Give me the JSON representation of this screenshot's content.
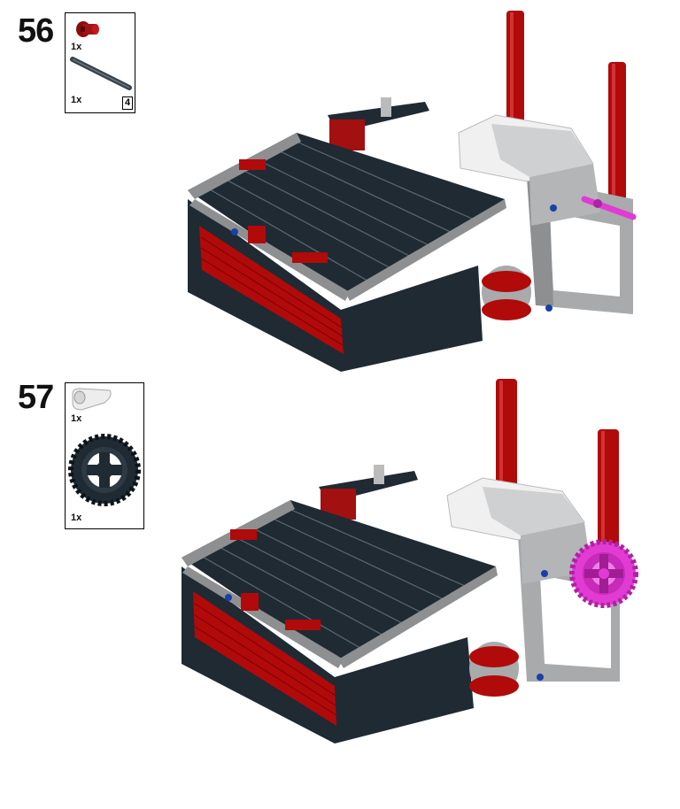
{
  "steps": [
    {
      "number": "56",
      "parts": [
        {
          "qty": "1x",
          "icon": "red-axle-pin-icon"
        },
        {
          "qty": "1x",
          "icon": "dark-gray-axle-icon",
          "length": "4"
        }
      ]
    },
    {
      "number": "57",
      "parts": [
        {
          "qty": "1x",
          "icon": "white-curved-panel-icon"
        },
        {
          "qty": "1x",
          "icon": "gear-icon"
        }
      ]
    }
  ],
  "colors": {
    "dark": "#1f2a33",
    "red": "#b10a0a",
    "gray": "#9a9c9e",
    "light": "#e6e6e6",
    "magenta": "#e23bd4"
  }
}
